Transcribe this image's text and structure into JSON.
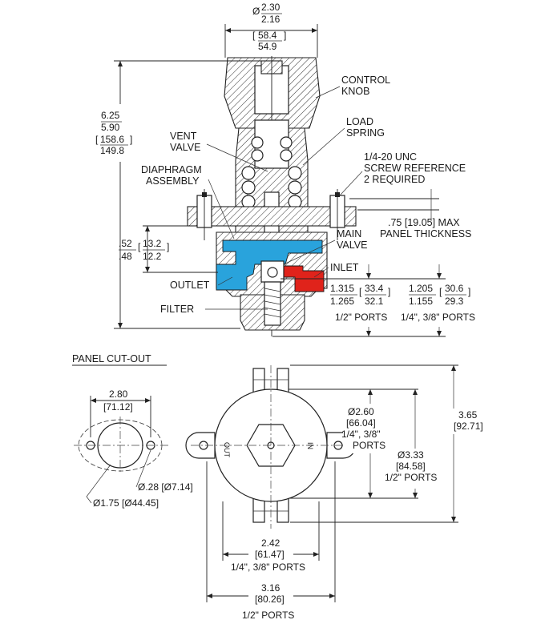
{
  "colors": {
    "outlet_port": "#29a3dc",
    "inlet_port": "#e0231b",
    "line": "#222222"
  },
  "top_dims": {
    "dia_sym": "Ø",
    "in_top": "2.30",
    "in_bot": "2.16",
    "mm_top": "58.4",
    "mm_bot": "54.9"
  },
  "height_dims": {
    "in_top": "6.25",
    "in_bot": "5.90",
    "mm_top": "158.6",
    "mm_bot": "149.8"
  },
  "panel_dims": {
    "in_top": ".52",
    "in_bot": ".48",
    "mm_top": "13.2",
    "mm_bot": "12.2"
  },
  "labels": {
    "control_knob": [
      "CONTROL",
      "KNOB"
    ],
    "load_spring": [
      "LOAD",
      "SPRING"
    ],
    "vent_valve": [
      "VENT",
      "VALVE"
    ],
    "diaphragm": [
      "DIAPHRAGM",
      "ASSEMBLY"
    ],
    "screw_ref": [
      "1/4-20 UNC",
      "SCREW REFERENCE",
      "2 REQUIRED"
    ],
    "panel_thickness": [
      ".75 [19.05] MAX",
      "PANEL THICKNESS"
    ],
    "main_valve": [
      "MAIN",
      "VALVE"
    ],
    "inlet": "INLET",
    "outlet": "OUTLET",
    "filter": "FILTER"
  },
  "port_height_dims": {
    "half_in": {
      "in_top": "1.315",
      "in_bot": "1.265",
      "mm_top": "33.4",
      "mm_bot": "32.1",
      "label": "1/2\" PORTS"
    },
    "quarter_in": {
      "in_top": "1.205",
      "in_bot": "1.155",
      "mm_top": "30.6",
      "mm_bot": "29.3",
      "label": "1/4\", 3/8\" PORTS"
    }
  },
  "panel_cutout": {
    "title": "PANEL CUT-OUT",
    "spacing_in": "2.80",
    "spacing_mm": "[71.12]",
    "hole": "Ø.28 [Ø7.14]",
    "bore": "Ø1.75 [Ø44.45]"
  },
  "bottom_view": {
    "port_in": "IN",
    "port_out": "OUT",
    "d_small": {
      "in": "Ø2.60",
      "mm": "[66.04]",
      "label": [
        "1/4\", 3/8\"",
        "PORTS"
      ]
    },
    "d_large": {
      "in": "Ø3.33",
      "mm": "[84.58]",
      "label": "1/2\" PORTS"
    },
    "height": {
      "in": "3.65",
      "mm": "[92.71]"
    },
    "w_small": {
      "in": "2.42",
      "mm": "[61.47]",
      "label": "1/4\", 3/8\" PORTS"
    },
    "w_large": {
      "in": "3.16",
      "mm": "[80.26]",
      "label": "1/2\" PORTS"
    }
  }
}
